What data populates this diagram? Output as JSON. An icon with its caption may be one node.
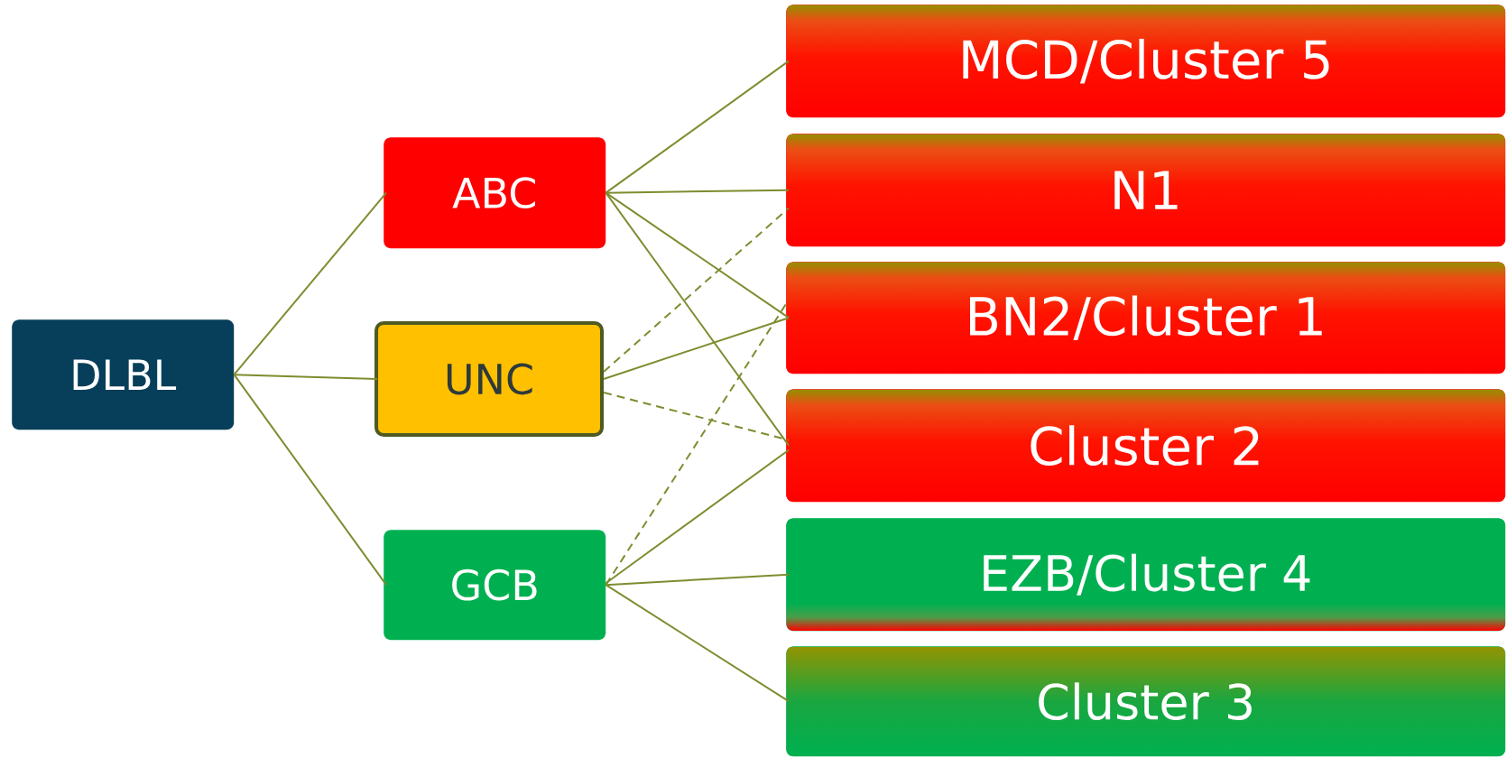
{
  "diagram": {
    "nodes": [
      {
        "text": [
          "DLBL"
        ]
      },
      {
        "text": [
          "ABC"
        ]
      },
      {
        "text": [
          "UNC"
        ]
      },
      {
        "text": [
          "GCB"
        ]
      },
      {
        "text": [
          "MCD/Cluster 5"
        ]
      },
      {
        "text": [
          "N1"
        ]
      },
      {
        "text": [
          "BN2/Cluster 1"
        ]
      },
      {
        "text": [
          "Cluster 2"
        ]
      },
      {
        "text": [
          "EZB/Cluster 4"
        ]
      },
      {
        "text": [
          "Cluster 3"
        ]
      }
    ],
    "edges": [
      {
        "from": 0,
        "to": 1,
        "arrow": "none"
      },
      {
        "from": 0,
        "to": 2,
        "arrow": "none"
      },
      {
        "from": 0,
        "to": 3,
        "arrow": "none"
      },
      {
        "from": 1,
        "to": 4,
        "arrow": "none"
      },
      {
        "from": 1,
        "to": 5,
        "arrow": "none"
      },
      {
        "from": 1,
        "to": 6,
        "arrow": "none"
      },
      {
        "from": 1,
        "to": 7,
        "arrow": "none"
      },
      {
        "from": 2,
        "to": 5,
        "arrow": "none",
        "style": "dashed"
      },
      {
        "from": 2,
        "to": 6,
        "arrow": "none"
      },
      {
        "from": 2,
        "to": 7,
        "arrow": "none",
        "style": "dashed"
      },
      {
        "from": 3,
        "to": 6,
        "arrow": "none",
        "style": "dashed"
      },
      {
        "from": 3,
        "to": 7,
        "arrow": "none"
      },
      {
        "from": 3,
        "to": 8,
        "arrow": "none"
      },
      {
        "from": 3,
        "to": 9,
        "arrow": "none"
      }
    ]
  }
}
